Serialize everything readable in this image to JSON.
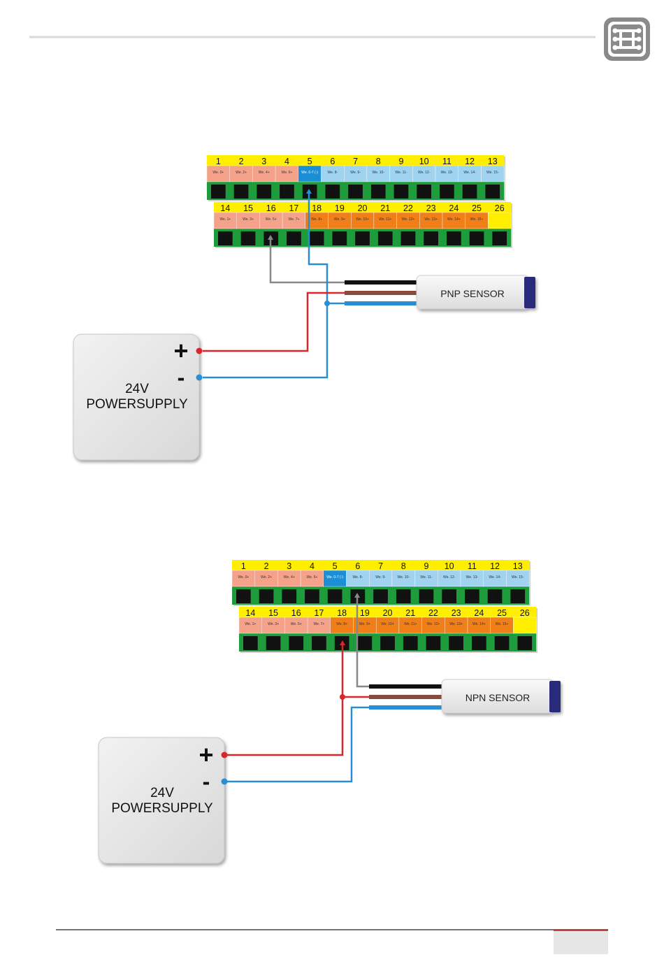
{
  "header": {
    "logo_icon": "machine-path-logo-icon",
    "line_color": "#d9d9d9"
  },
  "colors": {
    "yellow": "#ffee00",
    "salmon": "#f4a28a",
    "lightblue": "#9fd3f0",
    "darkblue": "#1b8fd6",
    "orange": "#f07f1a",
    "green": "#1e9c3c",
    "black": "#111111",
    "red": "#d9262a",
    "blue": "#2a8fd2",
    "gray": "#888888",
    "brown": "#8a4a3a",
    "sensor_cap": "#2a2a7a"
  },
  "connector": {
    "top_numbers": [
      "1",
      "2",
      "3",
      "4",
      "5",
      "6",
      "7",
      "8",
      "9",
      "10",
      "11",
      "12",
      "13"
    ],
    "top_labels": [
      "We. 0+",
      "We. 2+",
      "We. 4+",
      "We. 6+",
      "We. 0-7 (-)",
      "We. 8-",
      "We. 9-",
      "We. 10-",
      "We. 11-",
      "We. 12-",
      "We. 13-",
      "We. 14-",
      "We. 15-"
    ],
    "top_label_colors": [
      "salmon",
      "salmon",
      "salmon",
      "salmon",
      "darkblue",
      "lightblue",
      "lightblue",
      "lightblue",
      "lightblue",
      "lightblue",
      "lightblue",
      "lightblue",
      "lightblue"
    ],
    "bottom_numbers": [
      "14",
      "15",
      "16",
      "17",
      "18",
      "19",
      "20",
      "21",
      "22",
      "23",
      "24",
      "25",
      "26"
    ],
    "bottom_labels": [
      "We. 1+",
      "We. 3+",
      "We. 5+",
      "We. 7+",
      "We. 8+",
      "We. 9+",
      "We. 10+",
      "We. 11+",
      "We. 12+",
      "We. 13+",
      "We. 14+",
      "We. 15+",
      ""
    ],
    "bottom_label_colors": [
      "salmon",
      "salmon",
      "salmon",
      "salmon",
      "orange",
      "orange",
      "orange",
      "orange",
      "orange",
      "orange",
      "orange",
      "orange",
      "yellow"
    ]
  },
  "diagrams": [
    {
      "sensor_label": "PNP SENSOR",
      "supply_line1": "24V",
      "supply_line2": "POWERSUPPLY",
      "plus": "+",
      "minus": "-"
    },
    {
      "sensor_label": "NPN SENSOR",
      "supply_line1": "24V",
      "supply_line2": "POWERSUPPLY",
      "plus": "+",
      "minus": "-"
    }
  ],
  "footer": {
    "line_color": "#222222",
    "tab_color": "#e6e6e6",
    "tab_top_color": "#d9262a"
  }
}
